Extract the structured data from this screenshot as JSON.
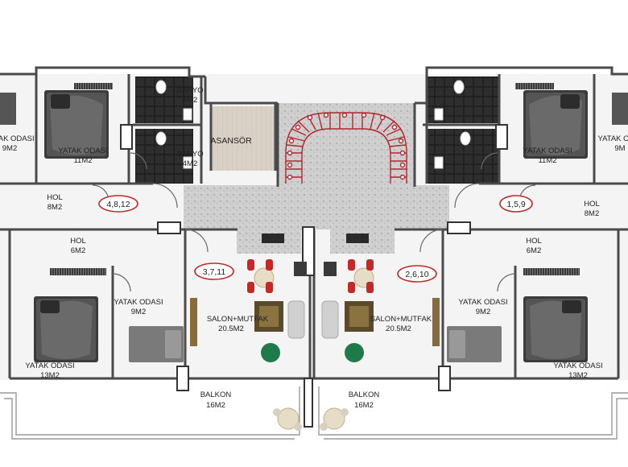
{
  "rooms": {
    "hol_left": {
      "name": "HOL",
      "area": "8M2"
    },
    "hol_right": {
      "name": "HOL",
      "area": "8M2"
    },
    "hol_lower_left": {
      "name": "HOL",
      "area": "6M2"
    },
    "hol_lower_right": {
      "name": "HOL",
      "area": "6M2"
    },
    "banyo_top": {
      "name": "BANYO",
      "area": "4M2"
    },
    "banyo_bottom": {
      "name": "BANYO",
      "area": "4M2"
    },
    "asansor": {
      "name": "ASANSÖR"
    },
    "yatak_top_left_edge": {
      "name": "YATAK ODASI",
      "area": "9M2"
    },
    "yatak_top_left": {
      "name": "YATAK ODASI",
      "area": "11M2"
    },
    "yatak_top_right": {
      "name": "YATAK ODASI",
      "area": "11M2"
    },
    "yatak_top_right_edge": {
      "name": "YATAK O",
      "area": "9M"
    },
    "yatak_mid_left": {
      "name": "YATAK ODASI",
      "area": "9M2"
    },
    "yatak_mid_right": {
      "name": "YATAK ODASI",
      "area": "9M2"
    },
    "yatak_bottom_left": {
      "name": "YATAK ODASI",
      "area": "13M2"
    },
    "yatak_bottom_right": {
      "name": "YATAK ODASI",
      "area": "13M2"
    },
    "salon_left": {
      "name": "SALON+MUTFAK",
      "area": "20.5M2"
    },
    "salon_right": {
      "name": "SALON+MUTFAK",
      "area": "20.5M2"
    },
    "balkon_left": {
      "name": "BALKON",
      "area": "16M2"
    },
    "balkon_right": {
      "name": "BALKON",
      "area": "16M2"
    }
  },
  "units": {
    "top_left": "4,8,12",
    "top_right": "1,5,9",
    "bottom_left": "3,7,11",
    "bottom_right": "2,6,10"
  },
  "colors": {
    "wall": "#4a4a4a",
    "stair": "#b3262d",
    "unit_badge": "#c0272d",
    "corridor": "#c9c9c9",
    "dark_tile": "#2b2b2b",
    "chair_red": "#c62828",
    "chair_green": "#1f7a4a"
  }
}
